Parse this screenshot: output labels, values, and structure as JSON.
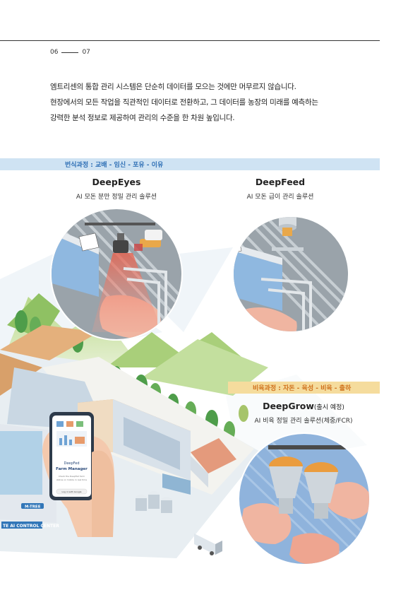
{
  "page_numbers": {
    "left": "06",
    "right": "07"
  },
  "intro": {
    "line1": "엠트리센의 통합 관리 시스템은 단순히 데이터를 모으는 것에만 머무르지 않습니다.",
    "line2": "현장에서의 모든 작업을 직관적인 데이터로 전환하고, 그 데이터를 농장의 미래를 예측하는",
    "line3": "강력한 분석 정보로 제공하여 관리의 수준을 한 차원 높입니다."
  },
  "breeding_band": "번식과정 : 교배 - 임신 - 포유 - 이유",
  "growing_band": "비육과정 : 자돈 - 육성 - 비육 - 출하",
  "products": {
    "deepeyes": {
      "name": "DeepEyes",
      "desc": "AI 모돈 분만 정밀 관리 솔루션"
    },
    "deepfeed": {
      "name": "DeepFeed",
      "desc": "AI 모돈 급이 관리 솔루션"
    },
    "deepgrow": {
      "name": "DeepGrow",
      "note": "(출시 예정)",
      "desc": "AI 비육 정밀 관리 솔루션(체중/FCR)"
    }
  },
  "phone": {
    "app_line1": "DeepFed",
    "app_line2": "Farm Manager",
    "caption_line1": "Check the DeepFed farm",
    "caption_line2": "status on mobile in real time",
    "button": "Log in with Google"
  },
  "building_sign": "M-TREE",
  "control_center_label": "TE AI CONTROL CENTER",
  "colors": {
    "breeding_band_bg": "#cfe3f3",
    "breeding_band_text": "#2e6fb5",
    "growing_band_bg": "#f5dc9d",
    "growing_band_text": "#d0711c"
  }
}
